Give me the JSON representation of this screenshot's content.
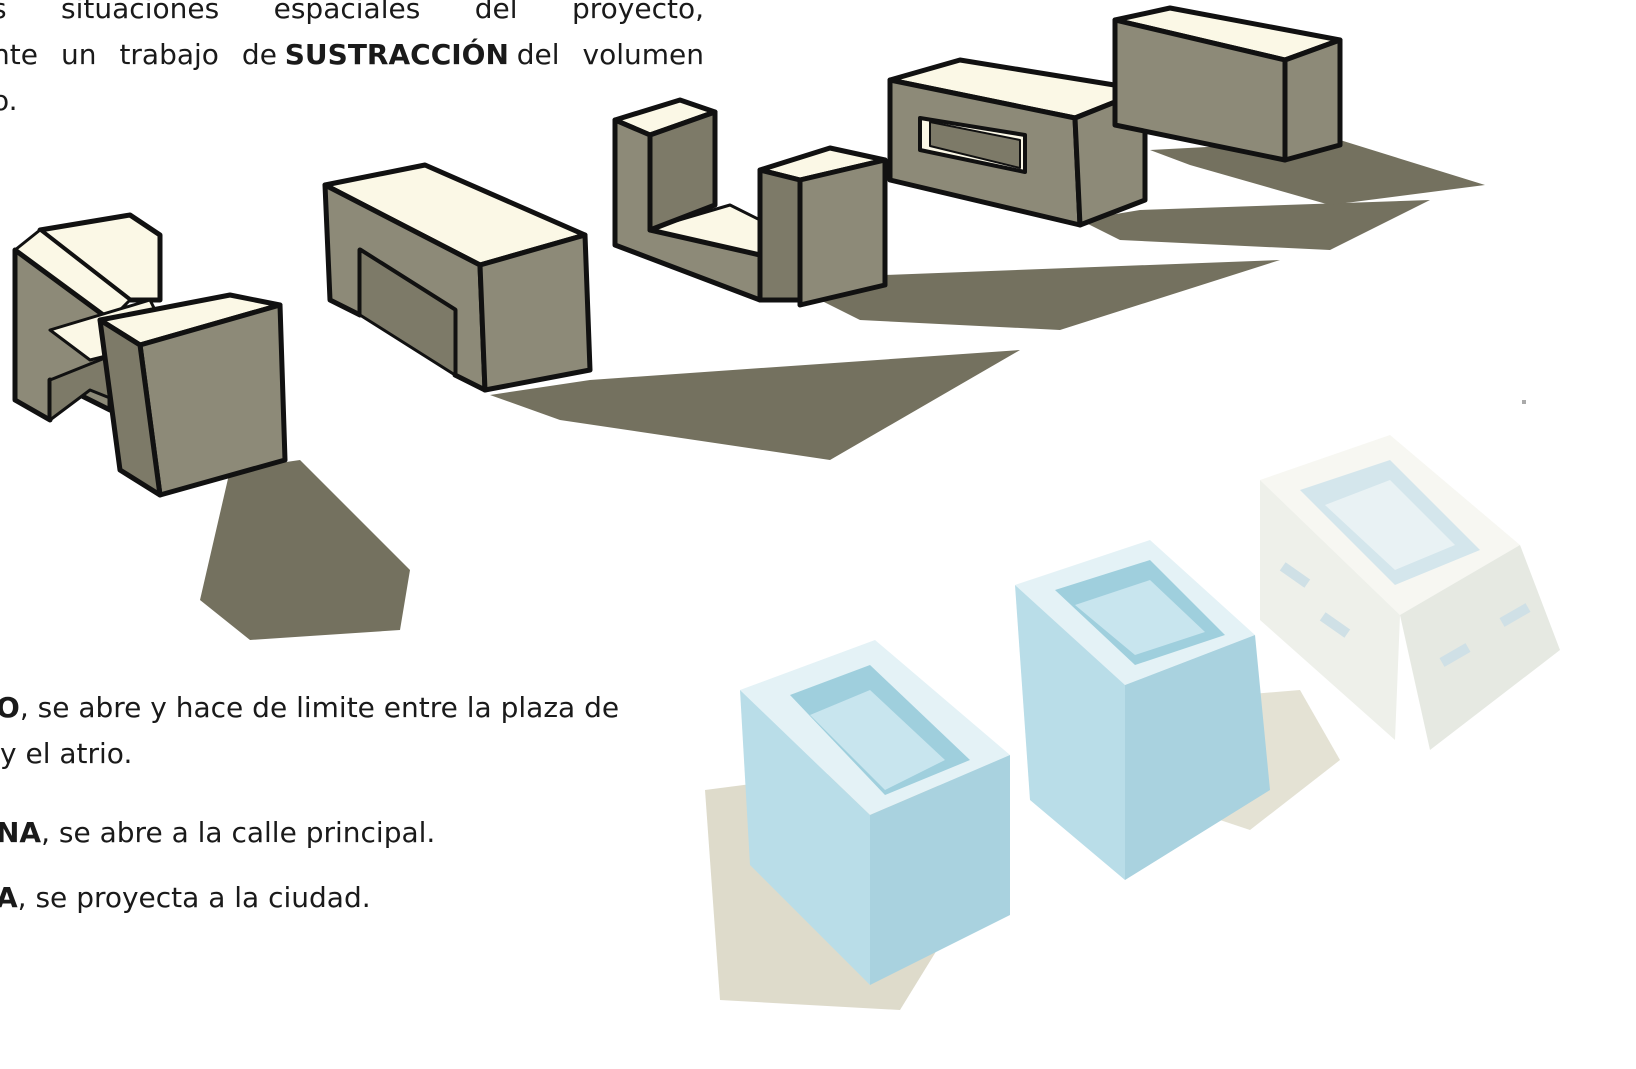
{
  "intro": {
    "line1": "s situaciones espaciales del proyecto,",
    "line2_pre": "nte un trabajo de",
    "line2_bold": "SUSTRACCIÓN",
    "line2_post": "del volumen",
    "line3": "o."
  },
  "items": [
    {
      "bold": "O",
      "text": ", se abre y hace de limite entre la plaza de",
      "cont": "y el atrio."
    },
    {
      "bold": "NA",
      "text": ", se abre a la calle principal."
    },
    {
      "bold": "A",
      "text": ", se proyecta a la ciudad."
    }
  ],
  "colors": {
    "block_top": "#fbf8e6",
    "block_side": "#8d8a78",
    "block_side_dark": "#7d7a68",
    "shadow": "#74715f",
    "outline": "#111111",
    "model_blue": "#b9dde8",
    "model_white": "#f2f3ef"
  }
}
